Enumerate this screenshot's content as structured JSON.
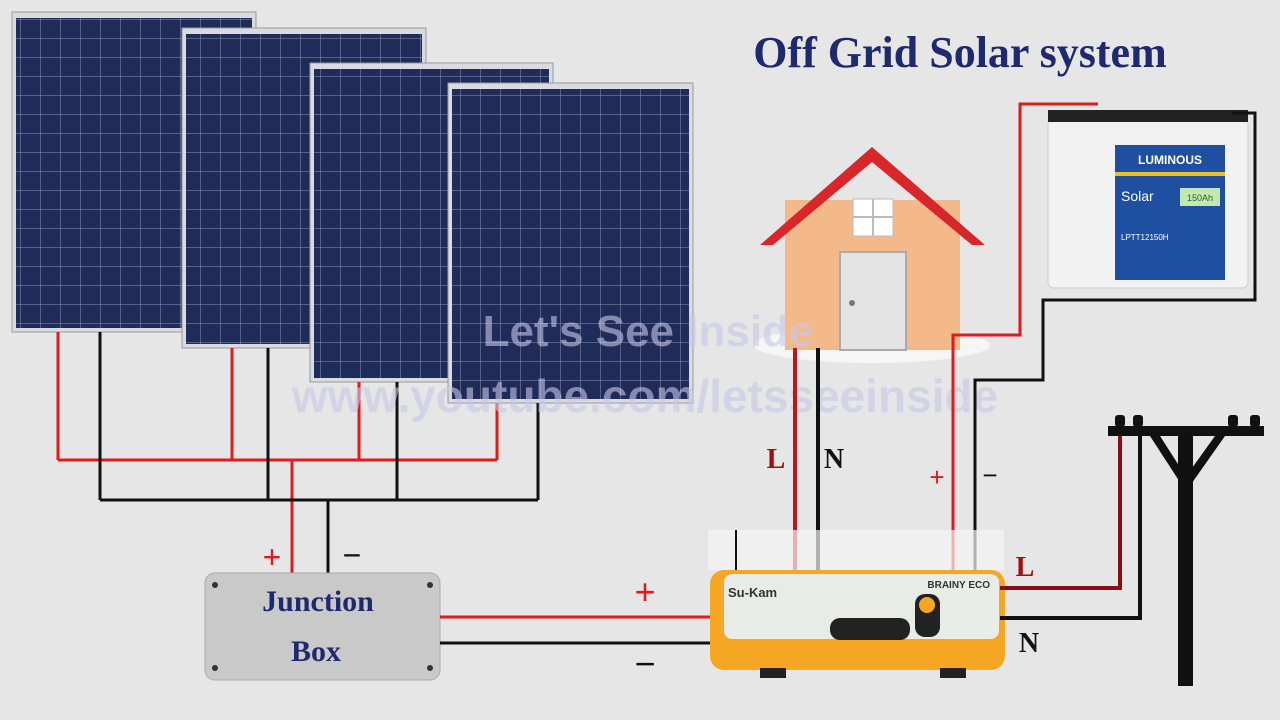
{
  "title": "Off Grid Solar system",
  "watermark": {
    "line1": "Let's See Inside",
    "line2": "www.youtube.com/letsseeinside"
  },
  "junction_box": {
    "line1": "Junction",
    "line2": "Box"
  },
  "labels": {
    "plus": "+",
    "minus": "−",
    "live": "L",
    "neutral": "N"
  },
  "battery": {
    "brand": "LUMINOUS",
    "line": "Solar",
    "capacity": "150Ah",
    "model": "LPTT12150H"
  },
  "inverter": {
    "brand": "Su-Kam",
    "model": "BRAINY ECO"
  },
  "colors": {
    "title": "#1f2a6e",
    "positive_wire": "#e01b1b",
    "negative_wire": "#111111",
    "panel_cell": "#1f2b58",
    "live_label": "#a01010"
  }
}
